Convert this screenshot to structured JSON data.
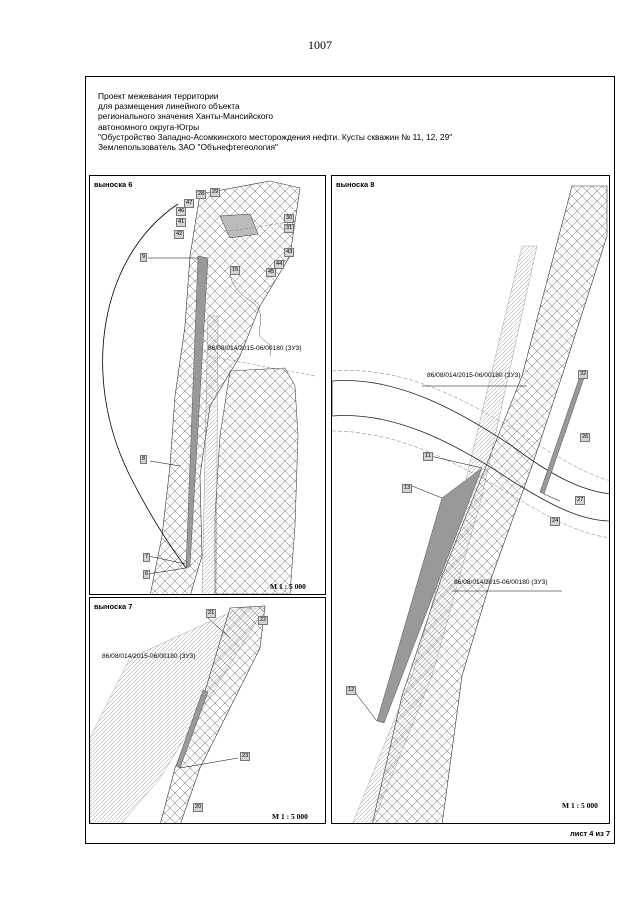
{
  "page": {
    "number": "1007",
    "sheet": "лист 4 из 7"
  },
  "header": {
    "lines": [
      "Проект межевания территории",
      "для размещения линейного объекта",
      "регионального значения Ханты-Мансийского",
      "автономного округа-Югры",
      "\"Обустройство Западно-Асомкинского месторождения нефти. Кусты скважин № 11, 12, 29\"",
      "Землепользователь ЗАО \"Обънефтегеология\""
    ]
  },
  "callouts": {
    "c6": {
      "title": "выноска 6",
      "scale": "М 1 : 5 000",
      "cadastral": "86/08/014/2015-06/00180 (ЗУ3)",
      "points": [
        "28",
        "29",
        "47",
        "46",
        "41",
        "42",
        "30",
        "31",
        "9",
        "15",
        "45",
        "44",
        "43",
        "8",
        "7",
        "6"
      ]
    },
    "c7": {
      "title": "выноска 7",
      "scale": "М 1 : 5 000",
      "cadastral": "86/08/014/2015-06/00180 (ЗУ3)",
      "points": [
        "21",
        "22",
        "23",
        "20"
      ]
    },
    "c8": {
      "title": "выноска 8",
      "scale": "М 1 : 5 000",
      "cadastral_top": "86/08/014/2015-06/00180 (ЗУ3)",
      "cadastral_bottom": "86/08/014/2015-06/00180 (ЗУ3)",
      "points": [
        "32",
        "26",
        "11",
        "13",
        "27",
        "24",
        "12"
      ]
    }
  }
}
